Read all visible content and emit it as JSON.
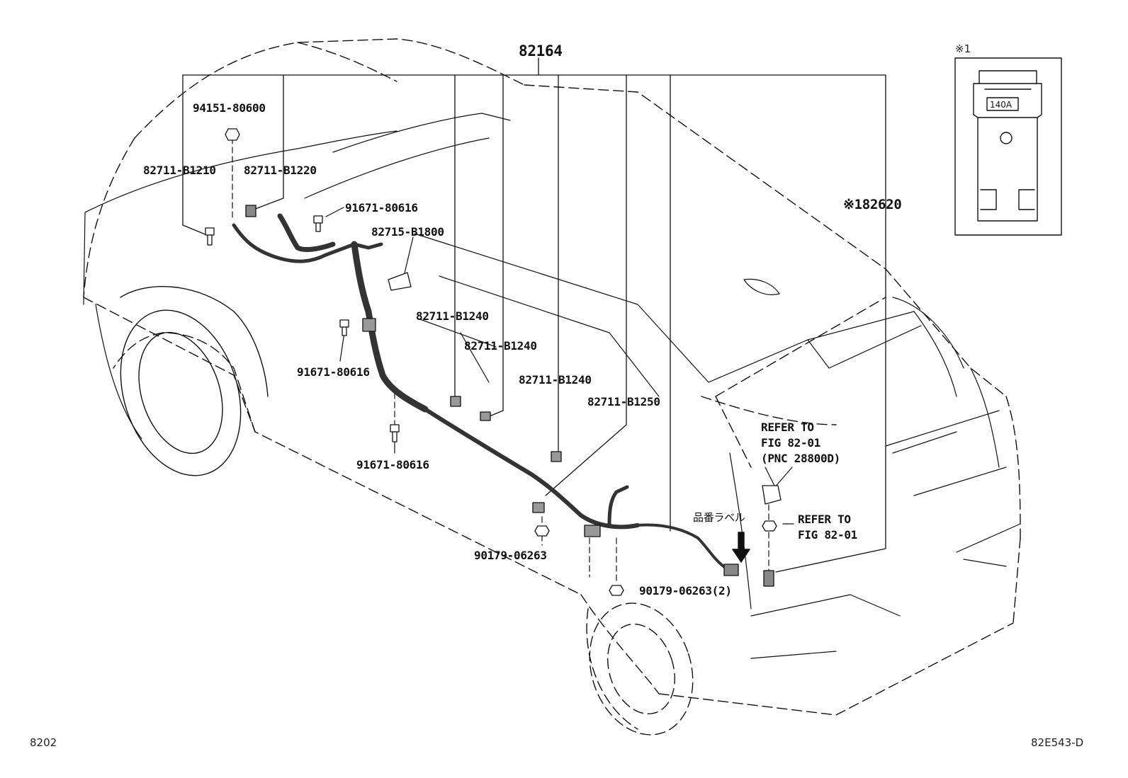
{
  "diagram": {
    "assembly_number": "82164",
    "labels": {
      "p94151_80600": "94151-80600",
      "p82711_B1210": "82711-B1210",
      "p82711_B1220": "82711-B1220",
      "p91671_80616_a": "91671-80616",
      "p82715_B1800": "82715-B1800",
      "p91671_80616_b": "91671-80616",
      "p82711_B1240_a": "82711-B1240",
      "p82711_B1240_b": "82711-B1240",
      "p82711_B1240_c": "82711-B1240",
      "p82711_B1250": "82711-B1250",
      "p91671_80616_c": "91671-80616",
      "p90179_06263": "90179-06263",
      "p90179_06263_2": "90179-06263(2)",
      "p82620": "※182620",
      "refer_fig_pnc": "REFER TO\nFIG 82-01\n(PNC 28800D)",
      "refer_fig": "REFER TO\nFIG 82-01",
      "part_label_jp": "品番ラベル"
    },
    "inset": {
      "note_mark": "※1",
      "fuse_rating": "140A"
    },
    "footer": {
      "figure_number": "8202",
      "illustration_code": "82E543-D"
    }
  }
}
